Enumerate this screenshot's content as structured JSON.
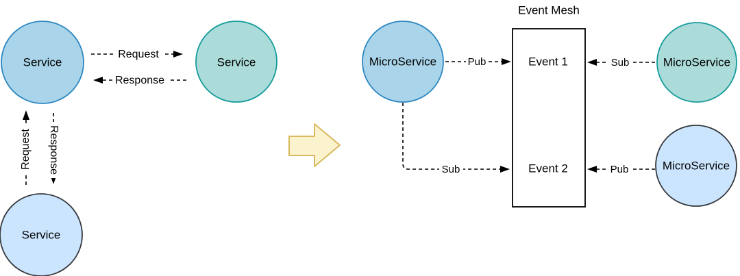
{
  "left_panel": {
    "service_top_left": "Service",
    "service_top_right": "Service",
    "service_bottom": "Service",
    "request_label": "Request",
    "response_label": "Response",
    "vertical_request_label": "Request",
    "vertical_response_label": "Response"
  },
  "right_panel": {
    "microservice_left": "MicroService",
    "microservice_top_right": "MicroService",
    "microservice_bottom_right": "MicroService",
    "event_mesh_title": "Event Mesh",
    "event1_label": "Event 1",
    "event2_label": "Event 2",
    "pub_left_label": "Pub",
    "sub_right_label": "Sub",
    "sub_bottom_left_label": "Sub",
    "pub_bottom_right_label": "Pub"
  },
  "colors": {
    "blue_fill": "#A9D4E9",
    "blue_stroke": "#2D87C1",
    "teal_fill": "#ABDCD9",
    "teal_stroke": "#149B9B",
    "lightblue_fill": "#CCE5FF",
    "lightblue_stroke": "#36393D",
    "yellow_fill": "#FBF2CE",
    "yellow_stroke": "#D9B95C",
    "mesh_fill": "#FFFFFF",
    "mesh_stroke": "#000000",
    "line_color": "#000000",
    "text_color": "#000000"
  }
}
